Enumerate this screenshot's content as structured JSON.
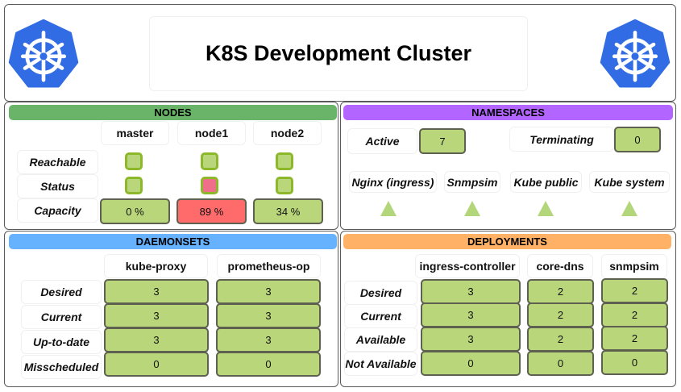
{
  "header": {
    "title": "K8S Development Cluster",
    "logo_icon": "kubernetes-helm-icon",
    "logo_color": "#326ce5"
  },
  "nodes": {
    "title": "NODES",
    "header_color": "#6ab46a",
    "columns": [
      "master",
      "node1",
      "node2"
    ],
    "rows": {
      "reachable_label": "Reachable",
      "status_label": "Status",
      "capacity_label": "Capacity"
    },
    "reachable": [
      "ok",
      "ok",
      "ok"
    ],
    "status": [
      "ok",
      "alert",
      "ok"
    ],
    "capacity": [
      "0 %",
      "89 %",
      "34 %"
    ],
    "capacity_states": [
      "ok",
      "alert",
      "ok"
    ]
  },
  "namespaces": {
    "title": "NAMESPACES",
    "header_color": "#b266ff",
    "active_label": "Active",
    "active_value": "7",
    "terminating_label": "Terminating",
    "terminating_value": "0",
    "items": [
      {
        "label": "Nginx (ingress)",
        "state": "up"
      },
      {
        "label": "Snmpsim",
        "state": "up"
      },
      {
        "label": "Kube public",
        "state": "up"
      },
      {
        "label": "Kube system",
        "state": "up"
      }
    ]
  },
  "daemonsets": {
    "title": "DAEMONSETS",
    "header_color": "#66b2ff",
    "columns": [
      "kube-proxy",
      "prometheus-op"
    ],
    "row_labels": [
      "Desired",
      "Current",
      "Up-to-date",
      "Misscheduled"
    ],
    "values": [
      [
        "3",
        "3"
      ],
      [
        "3",
        "3"
      ],
      [
        "3",
        "3"
      ],
      [
        "0",
        "0"
      ]
    ]
  },
  "deployments": {
    "title": "DEPLOYMENTS",
    "header_color": "#ffb266",
    "columns": [
      "ingress-controller",
      "core-dns",
      "snmpsim"
    ],
    "row_labels": [
      "Desired",
      "Current",
      "Available",
      "Not Available"
    ],
    "values": [
      [
        "3",
        "2",
        "2"
      ],
      [
        "3",
        "2",
        "2"
      ],
      [
        "3",
        "2",
        "2"
      ],
      [
        "0",
        "0",
        "0"
      ]
    ]
  },
  "colors": {
    "ok_fill": "#b9d77a",
    "alert_fill": "#ff6a6a",
    "status_alert_fill": "#ef6f8a",
    "indicator_border": "#8cb82a"
  }
}
